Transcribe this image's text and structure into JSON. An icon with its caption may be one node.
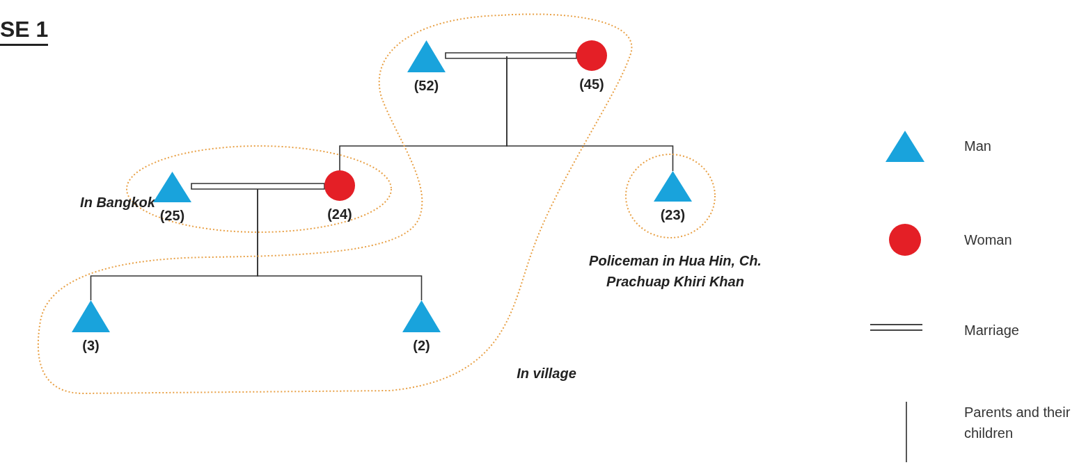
{
  "diagram": {
    "title": "SE 1",
    "nodes": [
      {
        "text": [
          "In village"
        ]
      },
      {
        "text": [],
        "shape": "triangle",
        "beside": [
          "(52)"
        ],
        "in": 0
      },
      {
        "text": [],
        "shape": "circle",
        "beside": [
          "(45)"
        ],
        "in": 0
      },
      {
        "text": [
          "In Bangkok"
        ]
      },
      {
        "text": [],
        "shape": "triangle",
        "beside": [
          "(25)"
        ],
        "in": 3
      },
      {
        "text": [],
        "shape": "circle",
        "beside": [
          "(24)"
        ],
        "in": 3
      },
      {
        "text": [
          "Policeman in Hua Hin, Ch. Prachuap Khiri Khan"
        ]
      },
      {
        "text": [],
        "shape": "triangle",
        "beside": [
          "(23)"
        ],
        "in": 6
      },
      {
        "text": [],
        "shape": "triangle",
        "beside": [
          "(3)"
        ],
        "in": 0
      },
      {
        "text": [],
        "shape": "triangle",
        "beside": [
          "(2)"
        ],
        "in": 0
      }
    ],
    "edges": [
      {
        "from": 1,
        "to": 2,
        "arrow": "none"
      },
      {
        "from": null,
        "to": 5,
        "arrow": "none"
      },
      {
        "from": null,
        "to": 7,
        "arrow": "none"
      },
      {
        "from": 4,
        "to": 5,
        "arrow": "none"
      },
      {
        "from": null,
        "to": 8,
        "arrow": "none"
      },
      {
        "from": null,
        "to": 9,
        "arrow": "none"
      }
    ],
    "legend": [
      {
        "text": "Man",
        "color": "#19a3dc"
      },
      {
        "text": "Woman",
        "color": "#e41f26"
      },
      {
        "text": "Marriage"
      },
      {
        "text": "Parents and their children"
      }
    ]
  }
}
